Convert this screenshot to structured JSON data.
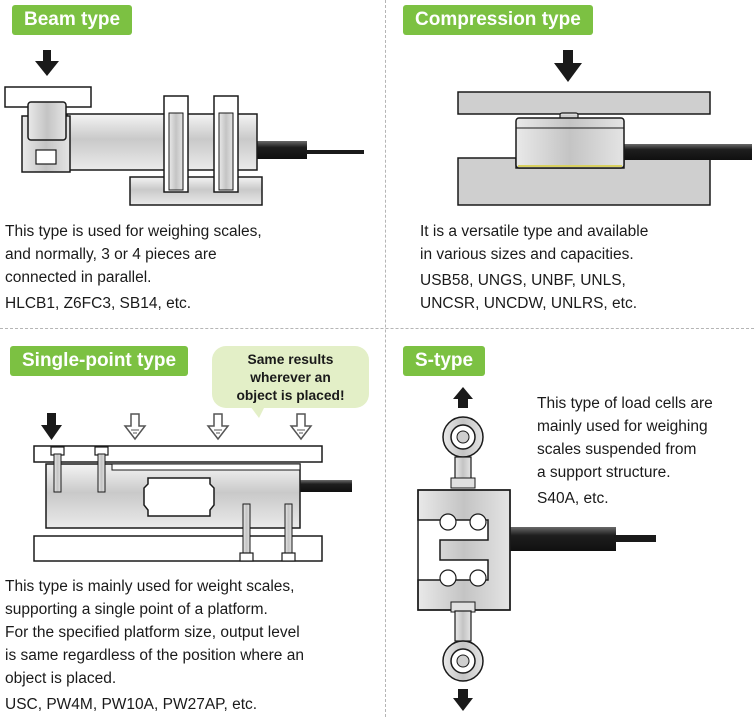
{
  "beam": {
    "title": "Beam type",
    "lines": [
      "This type is used for weighing scales,",
      "and normally, 3 or 4 pieces are",
      "connected in parallel."
    ],
    "models": "HLCB1, Z6FC3, SB14, etc."
  },
  "compression": {
    "title": "Compression type",
    "lines": [
      "It is a versatile type and available",
      "in various sizes and capacities."
    ],
    "models_lines": [
      "USB58, UNGS, UNBF, UNLS,",
      "UNCSR, UNCDW, UNLRS, etc."
    ]
  },
  "single_point": {
    "title": "Single-point type",
    "callout_lines": [
      "Same results",
      "wherever an",
      "object is placed!"
    ],
    "lines": [
      "This type is mainly used for weight scales,",
      "supporting a single point of a platform.",
      "For the specified platform size, output level",
      "is same regardless of the position where an",
      "object is placed."
    ],
    "models": "USC, PW4M, PW10A, PW27AP, etc."
  },
  "s_type": {
    "title": "S-type",
    "lines": [
      "This type of load cells are",
      "mainly used for weighing",
      "scales suspended from",
      "a support structure."
    ],
    "models": "S40A, etc."
  },
  "colors": {
    "badge": "#7cc142",
    "callout": "#e3efc7",
    "divider": "#b5b5b5"
  },
  "icons": [
    "down-arrow-icon",
    "hollow-down-arrow-icon",
    "up-arrow-icon"
  ]
}
